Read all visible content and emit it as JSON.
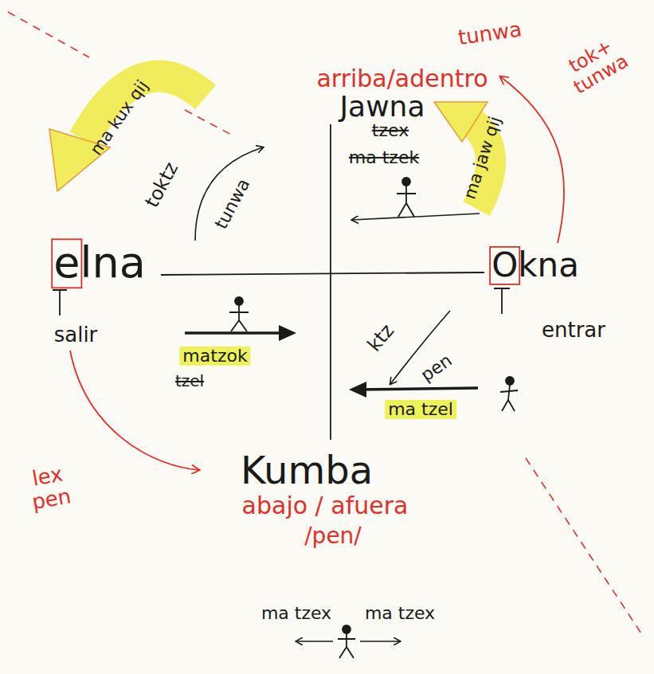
{
  "diagram": {
    "labels": [
      "tunwa",
      "arriba/adentro",
      "Jawna",
      "ma kux qij",
      "ma jaw qij",
      "tok+ tunwa",
      "toktz",
      "tunwa",
      "tzex",
      "ma tzek",
      "elna",
      "salir",
      "Okna",
      "entrar",
      "matzok",
      "tzel",
      "ktz",
      "pen",
      "ma tzel",
      "lex pen",
      "Kumba",
      "abajo / afuera",
      "/pen/",
      "ma tzex",
      "ma tzex"
    ]
  }
}
